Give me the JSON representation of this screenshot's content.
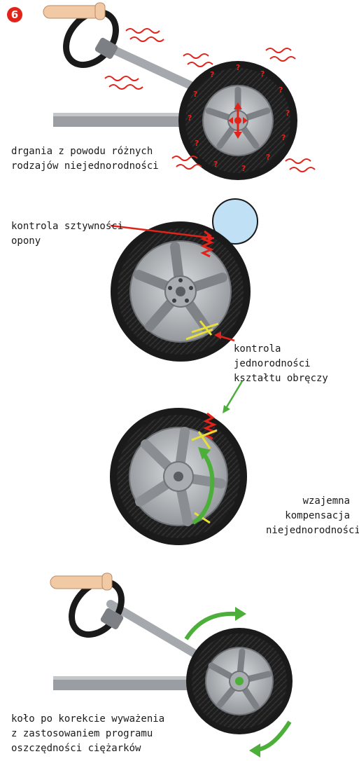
{
  "step_badge": "6",
  "labels": {
    "vibration": "drgania z powodu różnych\nrodzajów niejednorodności",
    "tire_stiffness": "kontrola sztywności\nopony",
    "rim_uniformity": "kontrola jednorodności\nkształtu obręczy",
    "compensation": "wzajemna\nkompensacja\nniejednorodności",
    "result": "koło po korekcie wyważenia\nz zastosowaniem programu\noszczędności ciężarków"
  },
  "icons": {
    "unknown_marker": "?"
  },
  "colors": {
    "accent_red": "#e2231a",
    "arrow_green": "#4caf3a",
    "rim_yellow": "#e8e03a",
    "roller_blue": "#bfe0f5",
    "tire_dark": "#1d1d1d",
    "rim_gray": "#b9bcbf",
    "axle_gray": "#8d9196"
  }
}
